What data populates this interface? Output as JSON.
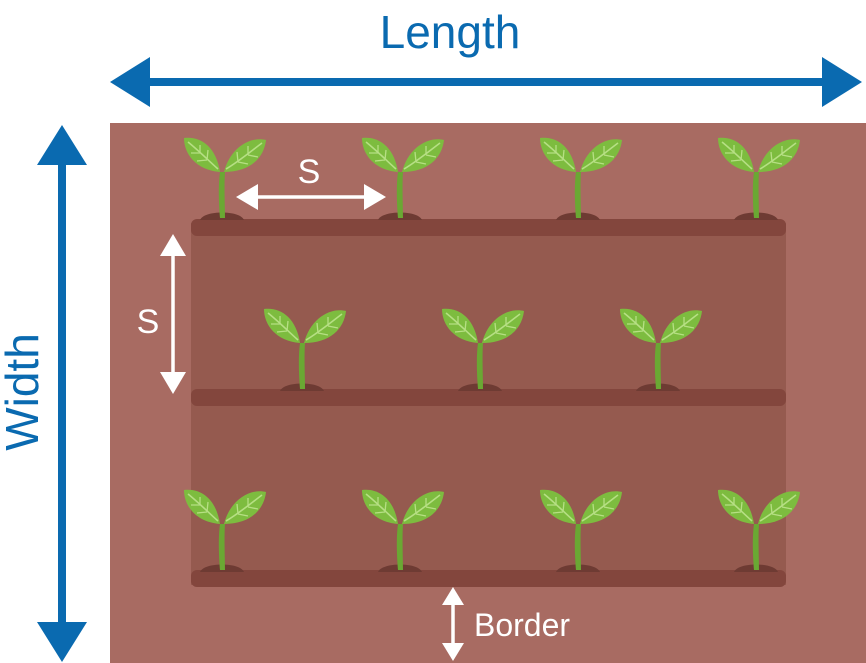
{
  "labels": {
    "length": "Length",
    "width": "Width",
    "spacing_horizontal": "S",
    "spacing_vertical": "S",
    "border": "Border"
  },
  "colors": {
    "dimension_arrow": "#0a6ab0",
    "bed_outer": "#a86b62",
    "bed_inner": "#955a4f",
    "row_ridge": "#83463d",
    "soil_mound": "#6e3b33",
    "leaf": "#7dbc3f",
    "leaf_vein": "#b6df84",
    "stem": "#6aa833",
    "spacing_arrow": "#ffffff"
  },
  "icons": {
    "plant": "seedling-icon"
  },
  "layout": {
    "rows": 3,
    "plants_per_row": [
      4,
      3,
      4
    ],
    "pattern": "staggered"
  }
}
